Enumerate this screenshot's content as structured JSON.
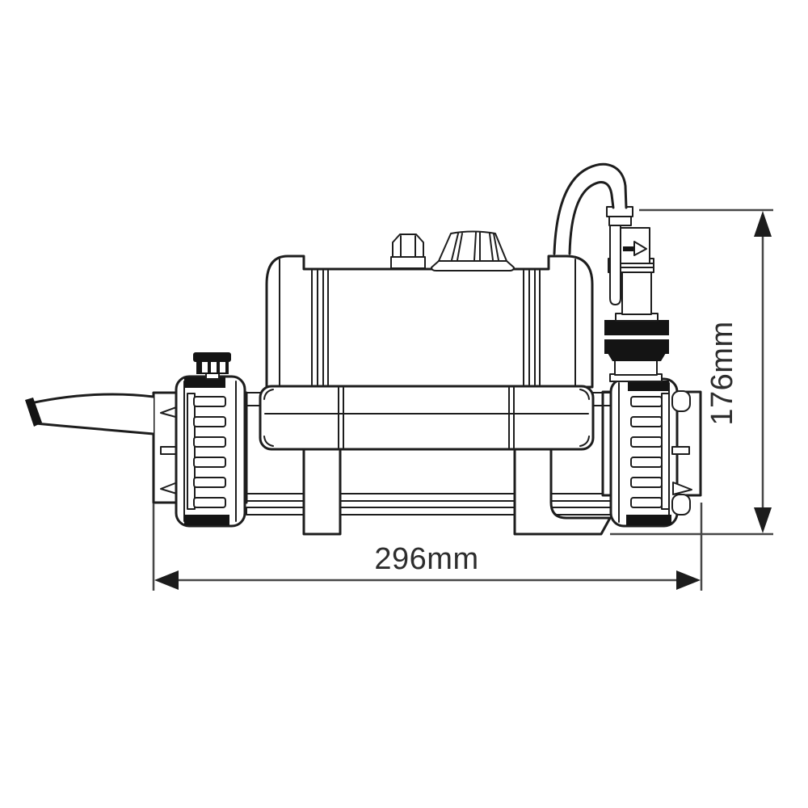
{
  "diagram": {
    "type": "technical-drawing",
    "subject": "electric-water-heater-front-elevation",
    "background_color": "#ffffff",
    "line_color": "#1d1d1d",
    "dimension_line_color": "#474747",
    "width_dimension": {
      "label": "296mm",
      "value": 296,
      "unit": "mm",
      "orientation": "horizontal"
    },
    "height_dimension": {
      "label": "176mm",
      "value": 176,
      "unit": "mm",
      "orientation": "vertical"
    },
    "icons": {
      "flow_direction_arrow": "arrow-right"
    }
  }
}
